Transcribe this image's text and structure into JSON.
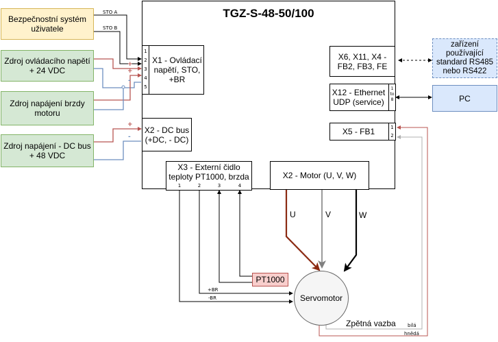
{
  "controller": {
    "title": "TGZ-S-48-50/100",
    "x1": "X1 - Ovládací napětí, STO, +BR",
    "x1_pins": [
      "1",
      "2",
      "3",
      "4",
      "5"
    ],
    "x2_dc": "X2 - DC bus (+DC, - DC)",
    "x3": "X3 - Externí čidlo teploty PT1000, brzda",
    "x3_pins": [
      "1",
      "2",
      "3",
      "4"
    ],
    "x2_motor": "X2 - Motor (U, V, W)",
    "x6": "X6, X11, X4 - FB2, FB3, FE",
    "x12": "X12 - Ethernet UDP (service)",
    "x12_pins": "1 to 8",
    "x5": "X5 - FB1",
    "x5_pins": [
      "1",
      "2"
    ]
  },
  "sources": {
    "user_safety": "Bezpečnostní systém uživatele",
    "control_voltage": "Zdroj ovládacího napětí + 24 VDC",
    "brake_supply": "Zdroj napájení brzdy motoru",
    "dc_bus_supply": "Zdroj napájení - DC bus + 48 VDC"
  },
  "external": {
    "rs485_device": "zařízení používající standard RS485 nebo RS422",
    "pc": "PC"
  },
  "wire_labels": {
    "sto_a": "STO A",
    "sto_b": "STO B",
    "plus": "+",
    "minus": "-",
    "u": "U",
    "v": "V",
    "w": "W",
    "plus_br": "+BR",
    "minus_br": "-BR",
    "feedback": "Zpětná vazba",
    "white": "bílá",
    "brown": "hnědá"
  },
  "sensor": {
    "pt1000": "PT1000"
  },
  "motor": {
    "label": "Servomotor"
  },
  "colors": {
    "red_wire": "#b85450",
    "blue_wire": "#6c8ebf",
    "brown_wire": "#8b2a12",
    "grey_wire": "#808080"
  }
}
